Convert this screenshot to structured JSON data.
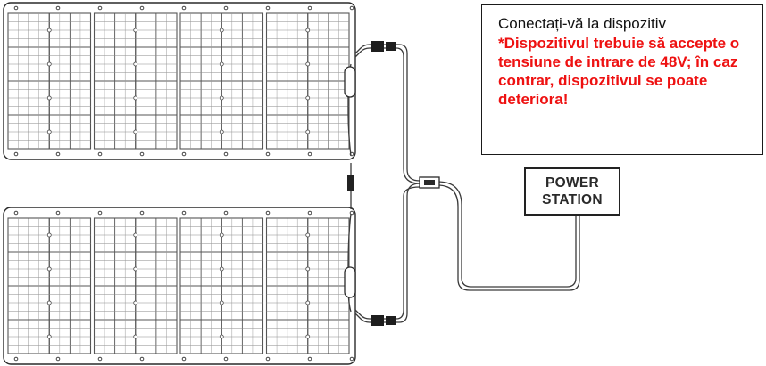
{
  "colors": {
    "warning_text": "#ee1111",
    "line": "#3a3a3a",
    "cell_grid": "#555555",
    "background": "#ffffff"
  },
  "note": {
    "title": "Conectați-vă la dispozitiv",
    "warning": "*Dispozitivul trebuie să accepte o tensiune de intrare de 48V; în caz contrar, dispozitivul se poate deteriora!"
  },
  "power_station": {
    "line1": "POWER",
    "line2": "STATION"
  },
  "solar_panels": {
    "count": 2,
    "modules_per_panel": 4,
    "cell_columns_per_module": 4,
    "cell_rows_per_module": 4
  }
}
